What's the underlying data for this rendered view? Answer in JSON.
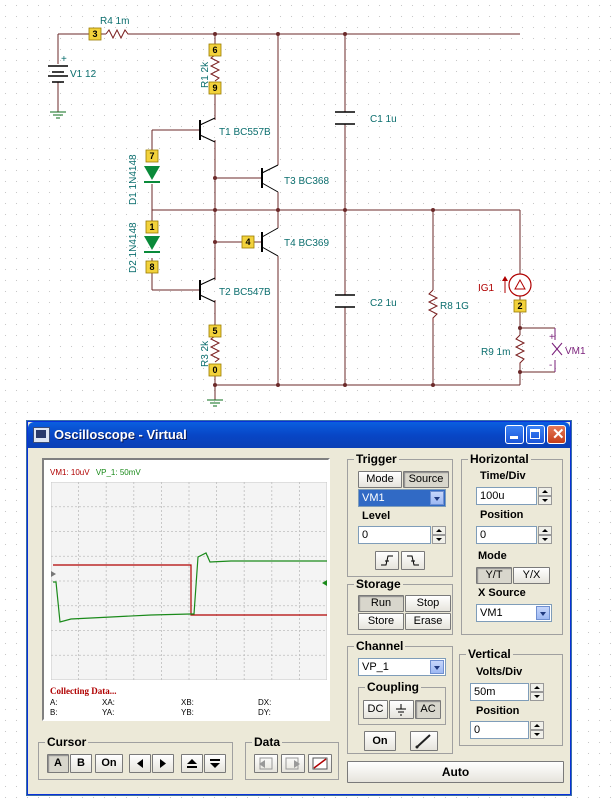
{
  "schematic": {
    "r4": "R4 1m",
    "v1": "V1 12",
    "v1_plus": "+",
    "r1": "R1 2k",
    "t1": "T1 BC557B",
    "d1": "D1 1N4148",
    "t3": "T3 BC368",
    "c1": "C1 1u",
    "d2": "D2 1N4148",
    "t4": "T4 BC369",
    "t2": "T2 BC547B",
    "c2": "C2 1u",
    "r8": "R8 1G",
    "ig1": "IG1",
    "r9": "R9 1m",
    "vm1": "VM1",
    "r3": "R3 2k",
    "nodes": [
      "3",
      "6",
      "9",
      "7",
      "1",
      "4",
      "8",
      "5",
      "0",
      "2"
    ]
  },
  "oscilloscope": {
    "title": "Oscilloscope - Virtual",
    "screen": {
      "channel_vm1": "VM1: 10uV",
      "channel_vp1": "VP_1: 50mV",
      "status": "Collecting Data...",
      "readout": {
        "a": "A:",
        "b": "B:",
        "xa": "XA:",
        "ya": "YA:",
        "xb": "XB:",
        "yb": "YB:",
        "dx": "DX:",
        "dy": "DY:"
      }
    },
    "trigger": {
      "title": "Trigger",
      "mode": "Mode",
      "source": "Source",
      "source_value": "VM1",
      "level_label": "Level",
      "level_value": "0"
    },
    "horizontal": {
      "title": "Horizontal",
      "time_div_label": "Time/Div",
      "time_div_value": "100u",
      "position_label": "Position",
      "position_value": "0",
      "mode_label": "Mode",
      "mode_yt": "Y/T",
      "mode_yx": "Y/X",
      "xsource_label": "X Source",
      "xsource_value": "VM1"
    },
    "storage": {
      "title": "Storage",
      "run": "Run",
      "stop": "Stop",
      "store": "Store",
      "erase": "Erase"
    },
    "channel": {
      "title": "Channel",
      "value": "VP_1",
      "coupling_label": "Coupling",
      "dc": "DC",
      "ac": "AC",
      "on": "On"
    },
    "vertical": {
      "title": "Vertical",
      "volts_div_label": "Volts/Div",
      "volts_div_value": "50m",
      "position_label": "Position",
      "position_value": "0"
    },
    "cursor": {
      "title": "Cursor",
      "a": "A",
      "b": "B",
      "on": "On"
    },
    "data": {
      "title": "Data"
    },
    "auto": "Auto",
    "colors": {
      "vm1_trace": "#b00000",
      "vp1_trace": "#1a8a1a",
      "title_bar": "#0846c6"
    }
  }
}
